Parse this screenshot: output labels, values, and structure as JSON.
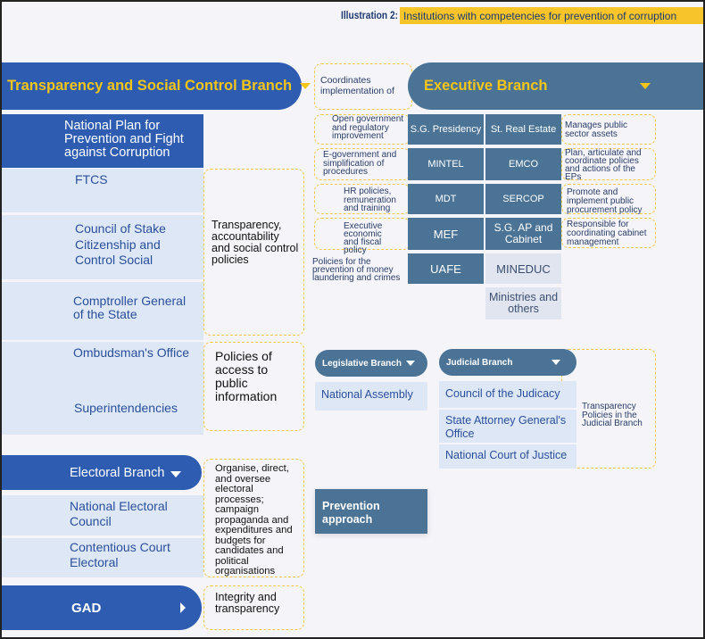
{
  "header": {
    "label": "Illustration 2:",
    "title": "Institutions with competencies for prevention of corruption"
  },
  "transparency_branch": {
    "title": "Transparency and Social Control Branch",
    "national_plan": "National Plan for Prevention and Fight against Corruption",
    "ftcs": "FTCS",
    "council": "Council of Stake Citizenship and Control Social",
    "comptroller": "Comptroller General of the State",
    "ombudsman": "Ombudsman's Office",
    "superintendencies": "Superintendencies",
    "policies_transparency": "Transparency, accountability and social control policies",
    "policies_access": "Policies of access to public information"
  },
  "electoral_branch": {
    "title": "Electoral Branch",
    "council": "National Electoral Council",
    "court": "Contentious Court Electoral",
    "policies": "Organise, direct, and oversee electoral processes; campaign propaganda and expenditures and budgets for candidates and political organisations"
  },
  "gad": {
    "title": "GAD",
    "policies": "Integrity and transparency"
  },
  "executive_branch": {
    "title": "Executive Branch",
    "coordinates": "Coordinates implementation of",
    "left_labels": [
      "Open government and regulatory improvement",
      "E-government and simplification of procedures",
      "HR policies, remuneration and training",
      "Executive economic and fiscal policy",
      "Policies for the prevention of money laundering and crimes"
    ],
    "col1": [
      "S.G. Presidency",
      "MINTEL",
      "MDT",
      "MEF",
      "UAFE"
    ],
    "col2": [
      "St. Real Estate",
      "EMCO",
      "SERCOP",
      "S.G. AP and Cabinet",
      "MINEDUC",
      "Ministries and others"
    ],
    "right_labels": [
      "Manages public sector assets",
      "Plan, articulate and coordinate policies and actions of the EPs",
      "Promote and implement public procurement policy",
      "Responsible for coordinating cabinet management"
    ]
  },
  "legislative_branch": {
    "title": "Legislative Branch",
    "assembly": "National Assembly"
  },
  "judicial_branch": {
    "title": "Judicial Branch",
    "items": [
      "Council of the Judicacy",
      "State Attorney General's Office",
      "National Court of Justice"
    ],
    "policies": "Transparency Policies in the Judicial Branch"
  },
  "prevention": {
    "label": "Prevention approach"
  },
  "colors": {
    "accent_blue": "#2d5cb0",
    "steel_blue": "#4a7396",
    "yellow": "#f7c52a",
    "light_box": "#dde7f6"
  }
}
